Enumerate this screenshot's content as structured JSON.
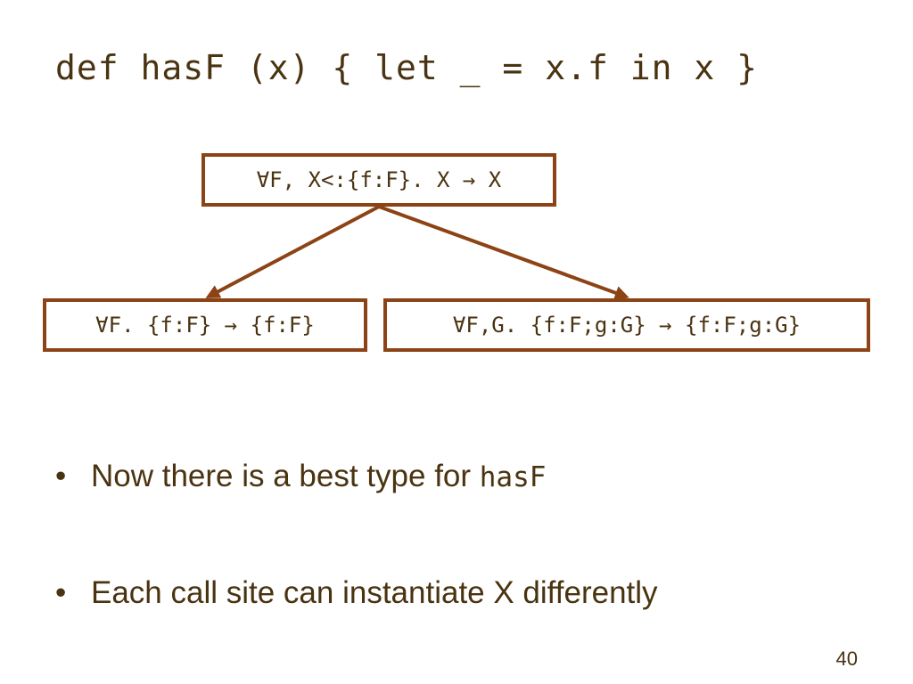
{
  "slide": {
    "title": "def hasF (x) { let _ = x.f in x }",
    "page_number": "40"
  },
  "diagram": {
    "top_type": "∀F, X<:{f:F}. X → X",
    "left_type": "∀F. {f:F} → {f:F}",
    "right_type": "∀F,G. {f:F;g:G} → {f:F;g:G}"
  },
  "bullets": [
    {
      "dot": "•",
      "text": "Now there is a best type for ",
      "code": "hasF"
    },
    {
      "dot": "•",
      "text": "Each call site can instantiate X differently",
      "code": ""
    }
  ],
  "colors": {
    "text": "#4a3311",
    "box_border": "#8c4315",
    "arrow": "#8c4315"
  }
}
